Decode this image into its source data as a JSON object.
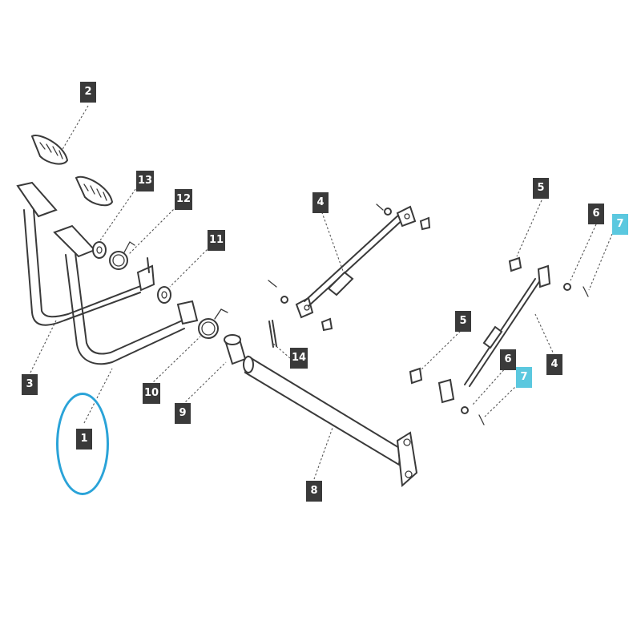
{
  "diagram": {
    "callouts": [
      {
        "id": "callout-2",
        "label": "2",
        "style": "dark"
      },
      {
        "id": "callout-13",
        "label": "13",
        "style": "dark"
      },
      {
        "id": "callout-12",
        "label": "12",
        "style": "dark"
      },
      {
        "id": "callout-11",
        "label": "11",
        "style": "dark"
      },
      {
        "id": "callout-3",
        "label": "3",
        "style": "dark"
      },
      {
        "id": "callout-1",
        "label": "1",
        "style": "dark"
      },
      {
        "id": "callout-10",
        "label": "10",
        "style": "dark"
      },
      {
        "id": "callout-9",
        "label": "9",
        "style": "dark"
      },
      {
        "id": "callout-14",
        "label": "14",
        "style": "dark"
      },
      {
        "id": "callout-8",
        "label": "8",
        "style": "dark"
      },
      {
        "id": "callout-4a",
        "label": "4",
        "style": "dark"
      },
      {
        "id": "callout-5a",
        "label": "5",
        "style": "dark"
      },
      {
        "id": "callout-6a",
        "label": "6",
        "style": "dark"
      },
      {
        "id": "callout-7a",
        "label": "7",
        "style": "highlight"
      },
      {
        "id": "callout-4b",
        "label": "4",
        "style": "dark"
      },
      {
        "id": "callout-5b",
        "label": "5",
        "style": "dark"
      },
      {
        "id": "callout-6b",
        "label": "6",
        "style": "dark"
      },
      {
        "id": "callout-7b",
        "label": "7",
        "style": "highlight"
      }
    ],
    "colors": {
      "line": "#3a3a3a",
      "callout_dark": "#3a3a3a",
      "callout_highlight": "#5bc8df",
      "selection_ring": "#2aa3d8"
    },
    "selected_part": "1"
  }
}
